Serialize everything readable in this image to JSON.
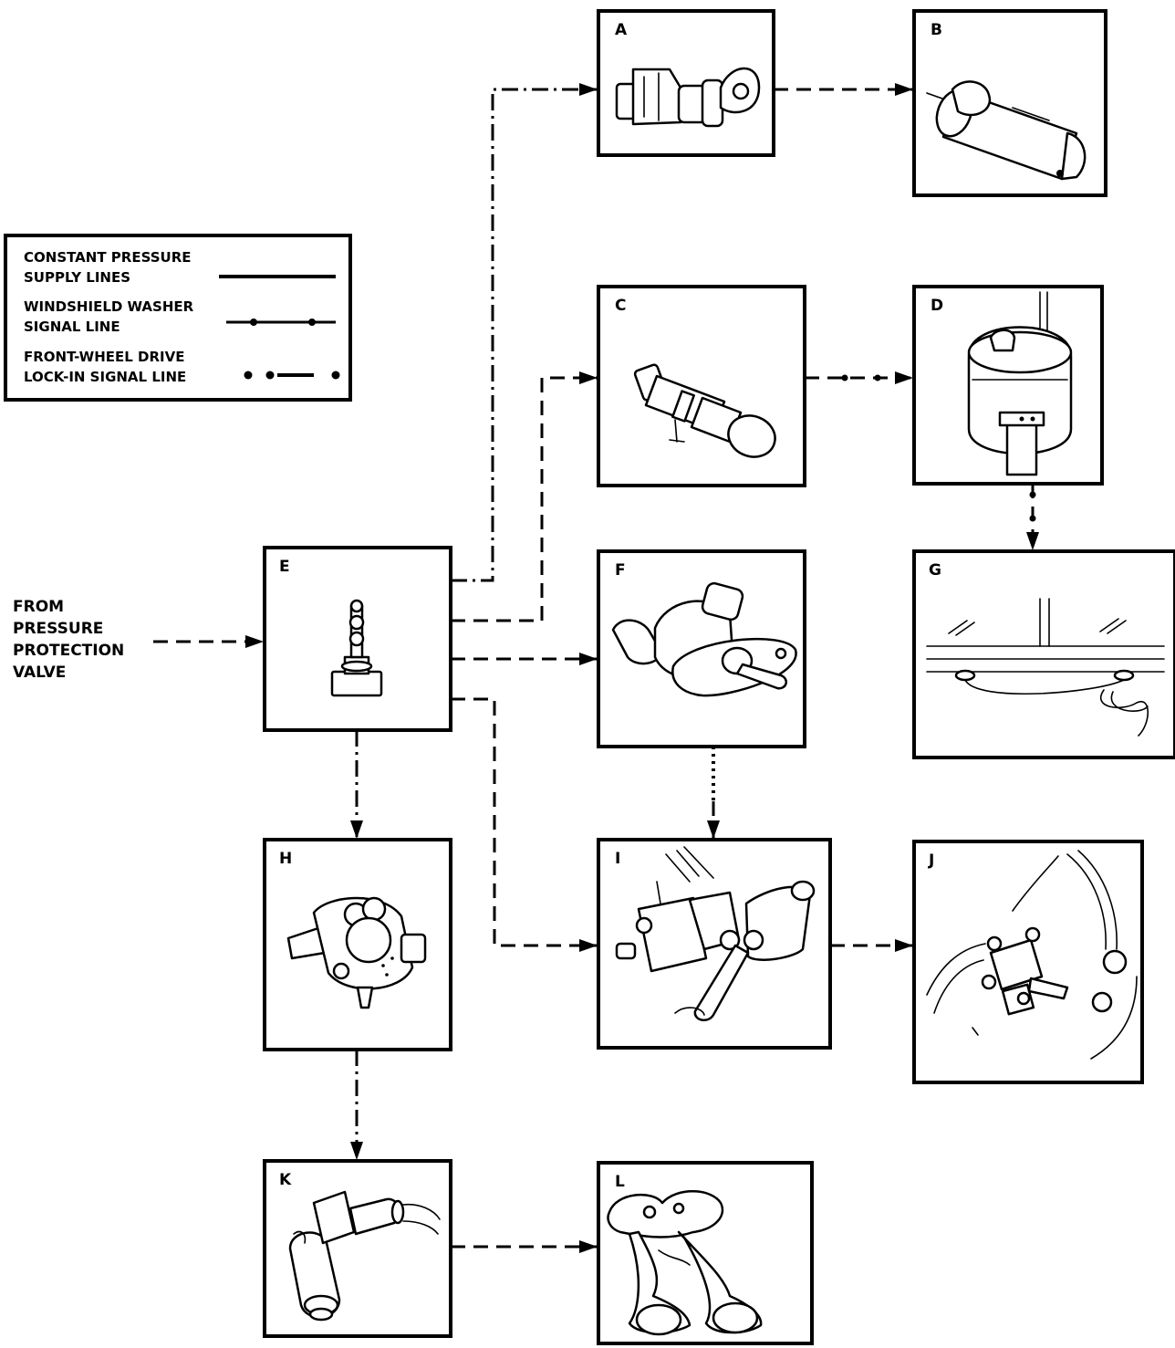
{
  "legend": {
    "line1": "CONSTANT PRESSURE",
    "line2": "SUPPLY LINES",
    "line3": "WINDSHIELD WASHER",
    "line4": "SIGNAL LINE",
    "line5": "FRONT-WHEEL DRIVE",
    "line6": "LOCK-IN SIGNAL LINE"
  },
  "source": {
    "line1": "FROM",
    "line2": "PRESSURE",
    "line3": "PROTECTION",
    "line4": "VALVE"
  },
  "boxes": {
    "a": "A",
    "b": "B",
    "c": "C",
    "d": "D",
    "e": "E",
    "f": "F",
    "g": "G",
    "h": "H",
    "i": "I",
    "j": "J",
    "k": "K",
    "l": "L"
  }
}
